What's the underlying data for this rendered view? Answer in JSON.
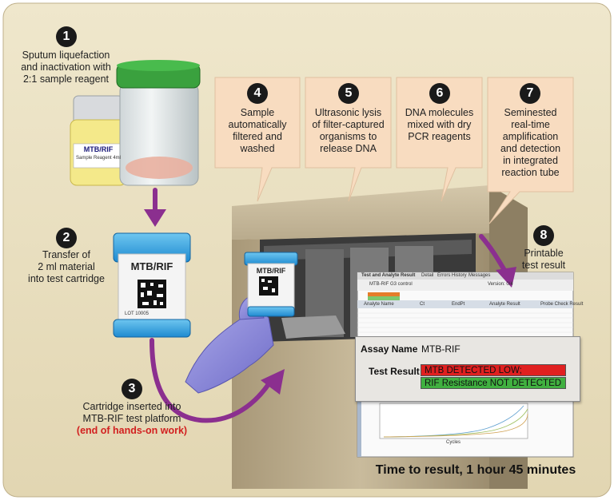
{
  "steps": [
    {
      "num": "1",
      "lines": [
        "Sputum liquefaction",
        "and inactivation with",
        "2:1 sample reagent"
      ]
    },
    {
      "num": "2",
      "lines": [
        "Transfer of",
        "2 ml material",
        "into test cartridge"
      ]
    },
    {
      "num": "3",
      "lines": [
        "Cartridge inserted into",
        "MTB-RIF test platform"
      ],
      "highlight": "(end of hands-on work)"
    },
    {
      "num": "4",
      "lines": [
        "Sample",
        "automatically",
        "filtered and",
        "washed"
      ]
    },
    {
      "num": "5",
      "lines": [
        "Ultrasonic lysis",
        "of filter-captured",
        "organisms to",
        "release DNA"
      ]
    },
    {
      "num": "6",
      "lines": [
        "DNA molecules",
        "mixed with dry",
        "PCR reagents"
      ]
    },
    {
      "num": "7",
      "lines": [
        "Seminested",
        "real-time",
        "amplification",
        "and detection",
        "in integrated",
        "reaction tube"
      ]
    },
    {
      "num": "8",
      "lines": [
        "Printable",
        "test result"
      ]
    }
  ],
  "labels": {
    "reagent_bottle": [
      "MTB/RIF",
      "Sample Reagent 4ml"
    ],
    "cartridge": "MTB/RIF",
    "cartridge_lot": "LOT 10005",
    "small_cartridge": "MTB/RIF"
  },
  "screen": {
    "tabs": [
      "Test and Analyte Result",
      "Detail",
      "Errors",
      "History",
      "Messages"
    ],
    "assay_line": "MTB-RIF G3 control",
    "version": "Version: 0/4",
    "columns": [
      "Analyte Name",
      "Ct",
      "EndPt",
      "Analyte Result",
      "Probe Check Result"
    ],
    "x_axis_label": "Cycles"
  },
  "popup": {
    "assay_label": "Assay Name",
    "assay_value": "MTB-RIF",
    "result_label": "Test Result",
    "result_detected": "MTB DETECTED LOW;",
    "result_resistance": "RIF Resistance NOT DETECTED"
  },
  "colors": {
    "background": "#e9dfbf",
    "callout": "#f8dcc0",
    "arrow": "#8b2f8f",
    "detected": "#e02020",
    "resistance": "#40b040",
    "machine": "#b8a98a"
  },
  "bottom_title": "Time to result, 1 hour 45 minutes"
}
